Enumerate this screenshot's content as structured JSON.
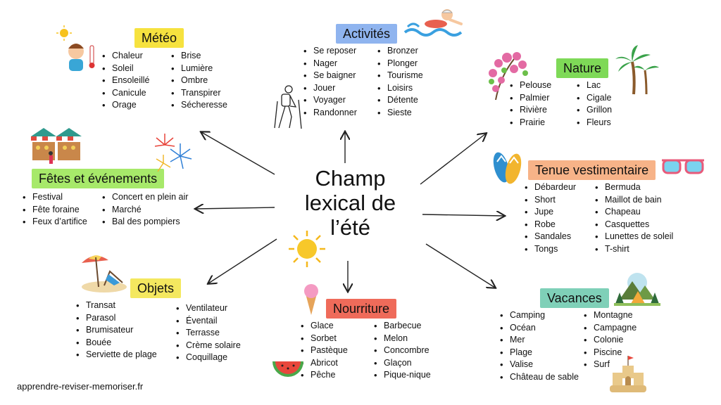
{
  "center_title": [
    "Champ",
    "lexical de",
    "l’été"
  ],
  "footer": "apprendre-reviser-memoriser.fr",
  "colors": {
    "meteo": "#f6e23f",
    "activites": "#8fb4ef",
    "nature": "#7ed957",
    "tenue": "#f7b388",
    "fetes": "#a7e96a",
    "objets": "#f4e85f",
    "nourriture": "#ef6b5a",
    "vacances": "#7fd0b8"
  },
  "categories": {
    "meteo": {
      "title": "Météo",
      "col1": [
        "Chaleur",
        "Soleil",
        "Ensoleillé",
        "Canicule",
        "Orage"
      ],
      "col2": [
        "Brise",
        "Lumière",
        "Ombre",
        "Transpirer",
        "Sécheresse"
      ]
    },
    "activites": {
      "title": "Activités",
      "col1": [
        "Se reposer",
        "Nager",
        "Se baigner",
        "Jouer",
        "Voyager",
        "Randonner"
      ],
      "col2": [
        "Bronzer",
        "Plonger",
        "Tourisme",
        "Loisirs",
        "Détente",
        "Sieste"
      ]
    },
    "nature": {
      "title": "Nature",
      "col1": [
        "Pelouse",
        "Palmier",
        "Rivière",
        "Prairie"
      ],
      "col2": [
        "Lac",
        "Cigale",
        "Grillon",
        "Fleurs"
      ]
    },
    "tenue": {
      "title": "Tenue vestimentaire",
      "col1": [
        "Débardeur",
        "Short",
        "Jupe",
        "Robe",
        "Sandales",
        "Tongs"
      ],
      "col2": [
        "Bermuda",
        "Maillot de bain",
        "Chapeau",
        "Casquettes",
        "Lunettes de soleil",
        "T-shirt"
      ]
    },
    "fetes": {
      "title": "Fêtes et événements",
      "col1": [
        "Festival",
        "Fête foraine",
        "Feux d’artifice"
      ],
      "col2": [
        "Concert en plein air",
        "Marché",
        "Bal des pompiers"
      ]
    },
    "objets": {
      "title": "Objets",
      "col1": [
        "Transat",
        "Parasol",
        "Brumisateur",
        "Bouée",
        "Serviette de plage"
      ],
      "col2": [
        "Ventilateur",
        "Éventail",
        "Terrasse",
        "Crème solaire",
        "Coquillage"
      ]
    },
    "nourriture": {
      "title": "Nourriture",
      "col1": [
        "Glace",
        "Sorbet",
        "Pastèque",
        "Abricot",
        "Pêche"
      ],
      "col2": [
        "Barbecue",
        "Melon",
        "Concombre",
        "Glaçon",
        "Pique-nique"
      ]
    },
    "vacances": {
      "title": "Vacances",
      "col1": [
        "Camping",
        "Océan",
        "Mer",
        "Plage",
        "Valise",
        "Château de sable"
      ],
      "col2": [
        "Montagne",
        "Campagne",
        "Colonie",
        "Piscine",
        "Surf"
      ]
    }
  }
}
